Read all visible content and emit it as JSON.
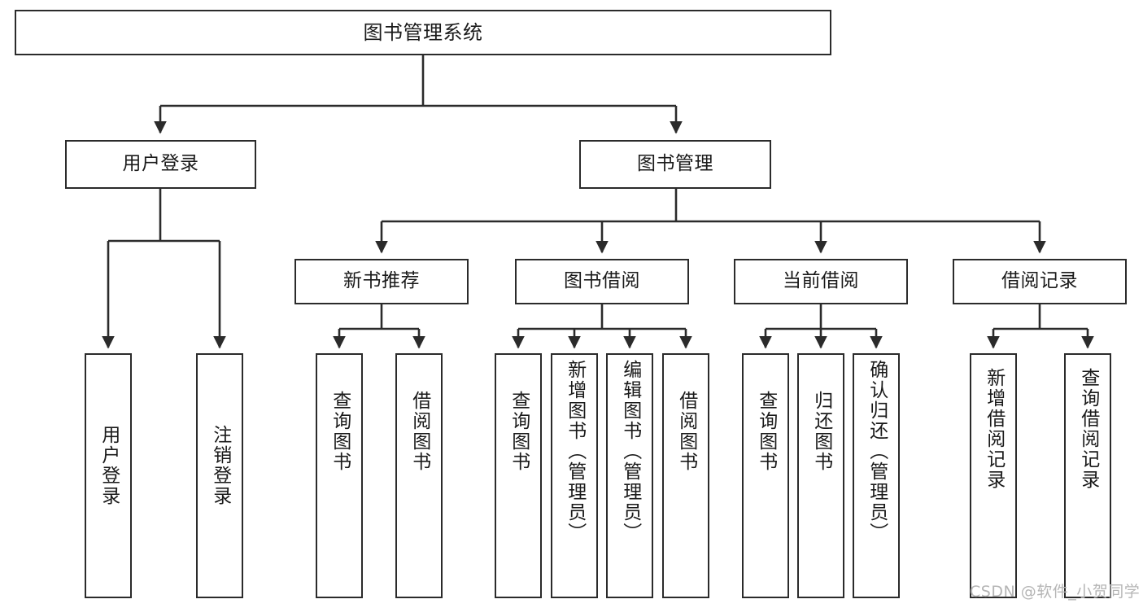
{
  "diagram": {
    "title": "图书管理系统",
    "type": "功能结构图",
    "colors": {
      "border": "#2b2b2b",
      "background": "#ffffff",
      "text": "#1a1a1a",
      "connector": "#2b2b2b",
      "watermark": "#b5b5b5"
    }
  },
  "root": {
    "label": "图书管理系统"
  },
  "level2": [
    {
      "label": "用户登录"
    },
    {
      "label": "图书管理"
    }
  ],
  "level3": [
    {
      "label": "新书推荐"
    },
    {
      "label": "图书借阅"
    },
    {
      "label": "当前借阅"
    },
    {
      "label": "借阅记录"
    }
  ],
  "leaves": {
    "user_login": [
      {
        "label": "用户登录"
      },
      {
        "label": "注销登录"
      }
    ],
    "new_book": [
      {
        "label": "查询图书"
      },
      {
        "label": "借阅图书"
      }
    ],
    "book_borrow": [
      {
        "label": "查询图书"
      },
      {
        "label": "新增图书（管理员）"
      },
      {
        "label": "编辑图书（管理员）"
      },
      {
        "label": "借阅图书"
      }
    ],
    "current_borrow": [
      {
        "label": "查询图书"
      },
      {
        "label": "归还图书"
      },
      {
        "label": "确认归还（管理员）"
      }
    ],
    "borrow_record": [
      {
        "label": "新增借阅记录"
      },
      {
        "label": "查询借阅记录"
      }
    ]
  },
  "watermark": {
    "text": "CSDN @软件_小贺同学"
  }
}
